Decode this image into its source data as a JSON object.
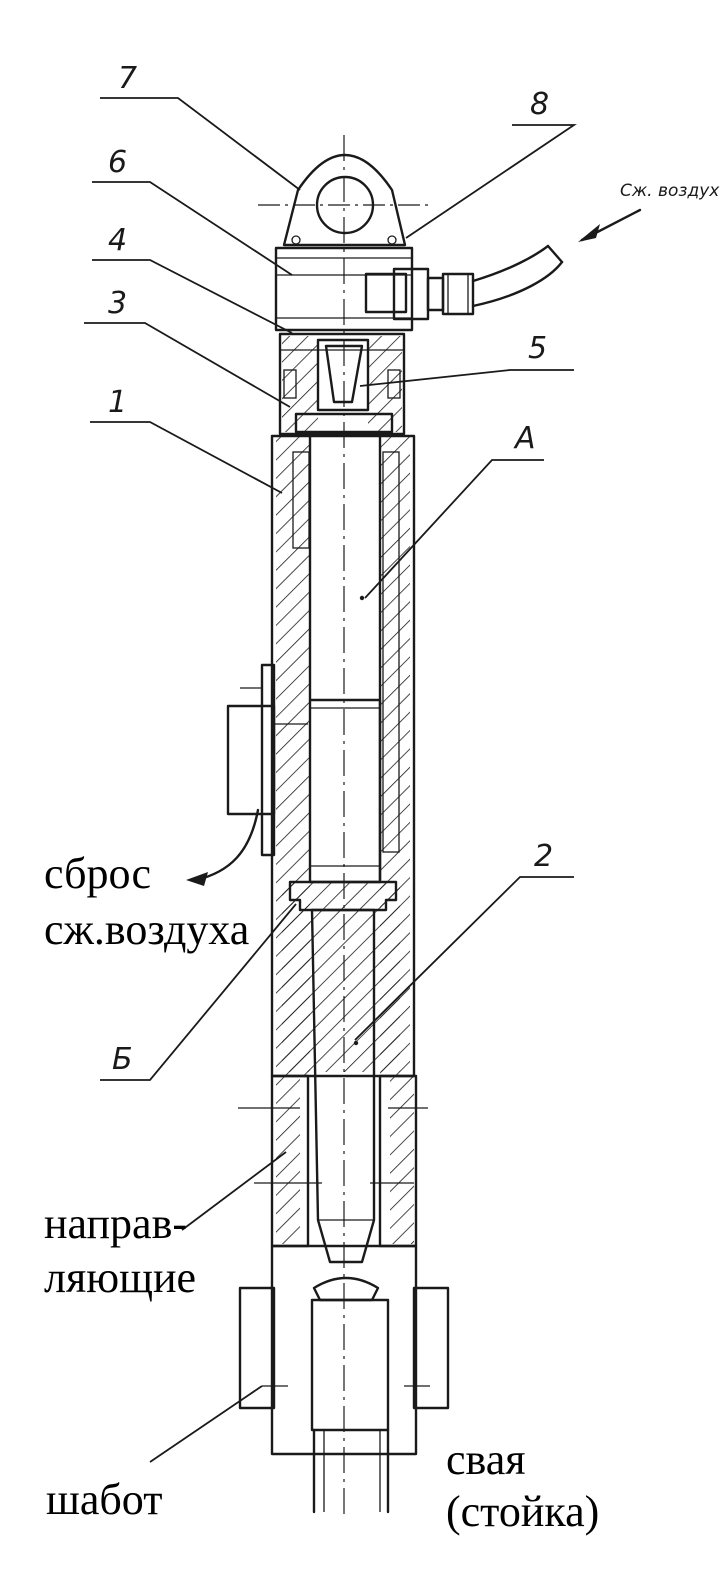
{
  "callouts": {
    "c1": "1",
    "c2": "2",
    "c3": "3",
    "c4": "4",
    "c5": "5",
    "c6": "6",
    "c7": "7",
    "c8": "8",
    "cA": "A",
    "cB": "Б"
  },
  "labels": {
    "air_in": "Сж. воздух",
    "exhaust_1": "сброс",
    "exhaust_2": "сж.воздуха",
    "guides_1": "направ-",
    "guides_2": "ляющие",
    "anvil": "шабот",
    "pile_1": "свая",
    "pile_2": "(стойка)"
  },
  "colors": {
    "ink": "#1a1a1a",
    "background": "#ffffff"
  }
}
